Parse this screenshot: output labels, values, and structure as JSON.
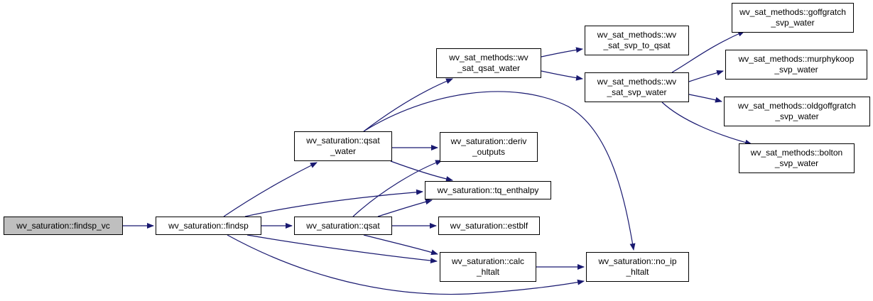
{
  "colors": {
    "edge": "#191970",
    "node_border": "#000000",
    "root_fill": "#bfbfbf",
    "node_fill": "#ffffff"
  },
  "nodes": {
    "findsp_vc": {
      "lines": [
        "wv_saturation::findsp_vc"
      ]
    },
    "findsp": {
      "lines": [
        "wv_saturation::findsp"
      ]
    },
    "qsat_water": {
      "lines": [
        "wv_saturation::qsat",
        "_water"
      ]
    },
    "qsat": {
      "lines": [
        "wv_saturation::qsat"
      ]
    },
    "wv_sat_qsat_water": {
      "lines": [
        "wv_sat_methods::wv",
        "_sat_qsat_water"
      ]
    },
    "deriv_outputs": {
      "lines": [
        "wv_saturation::deriv",
        "_outputs"
      ]
    },
    "tq_enthalpy": {
      "lines": [
        "wv_saturation::tq_enthalpy"
      ]
    },
    "estblf": {
      "lines": [
        "wv_saturation::estblf"
      ]
    },
    "calc_hltalt": {
      "lines": [
        "wv_saturation::calc",
        "_hltalt"
      ]
    },
    "wv_sat_svp_to_qsat": {
      "lines": [
        "wv_sat_methods::wv",
        "_sat_svp_to_qsat"
      ]
    },
    "wv_sat_svp_water": {
      "lines": [
        "wv_sat_methods::wv",
        "_sat_svp_water"
      ]
    },
    "no_ip_hltalt": {
      "lines": [
        "wv_saturation::no_ip",
        "_hltalt"
      ]
    },
    "goffgratch": {
      "lines": [
        "wv_sat_methods::goffgratch",
        "_svp_water"
      ]
    },
    "murphykoop": {
      "lines": [
        "wv_sat_methods::murphykoop",
        "_svp_water"
      ]
    },
    "oldgoffgratch": {
      "lines": [
        "wv_sat_methods::oldgoffgratch",
        "_svp_water"
      ]
    },
    "bolton": {
      "lines": [
        "wv_sat_methods::bolton",
        "_svp_water"
      ]
    }
  }
}
